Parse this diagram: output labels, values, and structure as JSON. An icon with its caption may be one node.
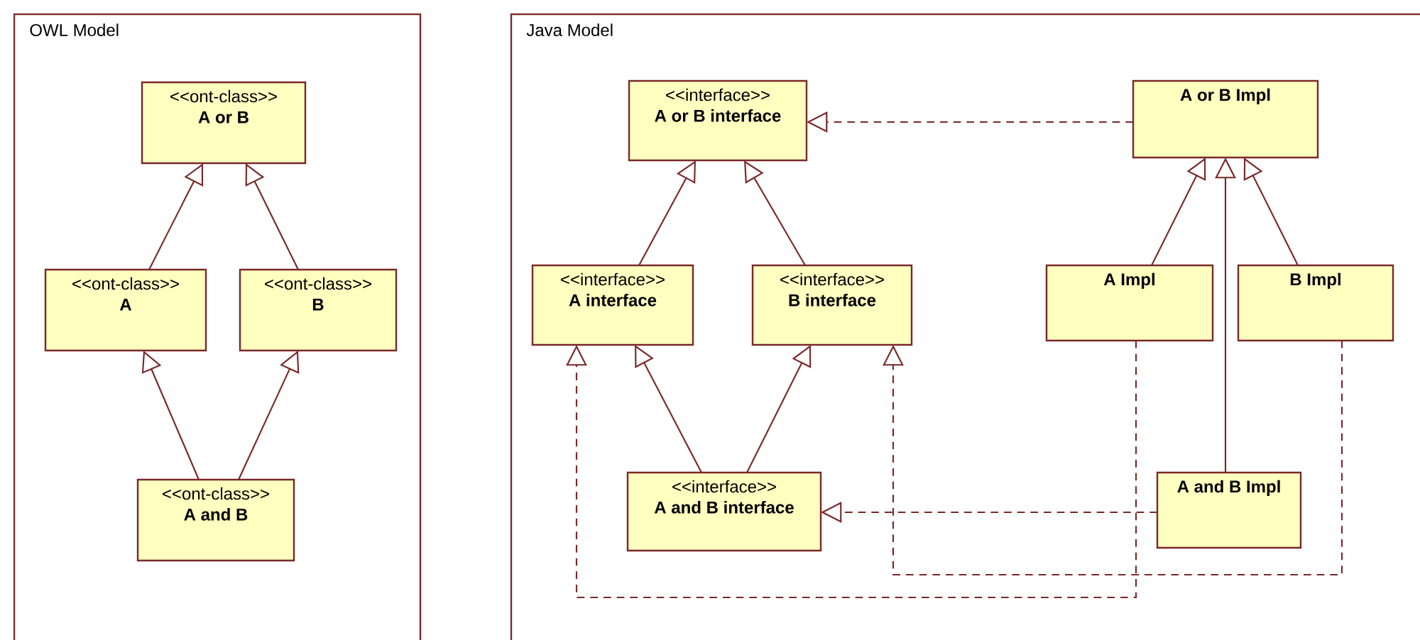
{
  "diagram": {
    "nodes": [
      {
        "text": [
          "OWL Model"
        ]
      },
      {
        "text": [
          "<<ont-class>>",
          "A or B"
        ],
        "in": 0
      },
      {
        "text": [
          "<<ont-class>>",
          "A"
        ],
        "in": 0
      },
      {
        "text": [
          "<<ont-class>>",
          "B"
        ],
        "in": 0
      },
      {
        "text": [
          "<<ont-class>>",
          "A and B"
        ],
        "in": 0
      },
      {
        "text": [
          "Java Model"
        ]
      },
      {
        "text": [
          "<<interface>>",
          "A or B interface"
        ],
        "in": 5
      },
      {
        "text": [
          "A or B Impl"
        ],
        "in": 5
      },
      {
        "text": [
          "<<interface>>",
          "A interface"
        ],
        "in": 5
      },
      {
        "text": [
          "<<interface>>",
          "B interface"
        ],
        "in": 5
      },
      {
        "text": [
          "A Impl"
        ],
        "in": 5
      },
      {
        "text": [
          "B Impl"
        ],
        "in": 5
      },
      {
        "text": [
          "<<interface>>",
          "A and B interface"
        ],
        "in": 5
      },
      {
        "text": [
          "A and B Impl"
        ],
        "in": 5
      }
    ],
    "edges": [
      {
        "from": 2,
        "to": 1,
        "arrow": "to"
      },
      {
        "from": 3,
        "to": 1,
        "arrow": "to"
      },
      {
        "from": 4,
        "to": 2,
        "arrow": "to"
      },
      {
        "from": 4,
        "to": 3,
        "arrow": "to"
      },
      {
        "from": 8,
        "to": 6,
        "arrow": "to"
      },
      {
        "from": 9,
        "to": 6,
        "arrow": "to"
      },
      {
        "from": 7,
        "to": 6,
        "arrow": "to",
        "style": "dashed"
      },
      {
        "from": 12,
        "to": 8,
        "arrow": "to"
      },
      {
        "from": 12,
        "to": 9,
        "arrow": "to"
      },
      {
        "from": 10,
        "to": 7,
        "arrow": "to"
      },
      {
        "from": 11,
        "to": 7,
        "arrow": "to"
      },
      {
        "from": 13,
        "to": 7,
        "arrow": "to"
      },
      {
        "from": 13,
        "to": 12,
        "arrow": "to",
        "style": "dashed"
      },
      {
        "from": 10,
        "to": 8,
        "arrow": "to",
        "style": "dashed"
      },
      {
        "from": 11,
        "to": 9,
        "arrow": "to",
        "style": "dashed"
      }
    ]
  }
}
